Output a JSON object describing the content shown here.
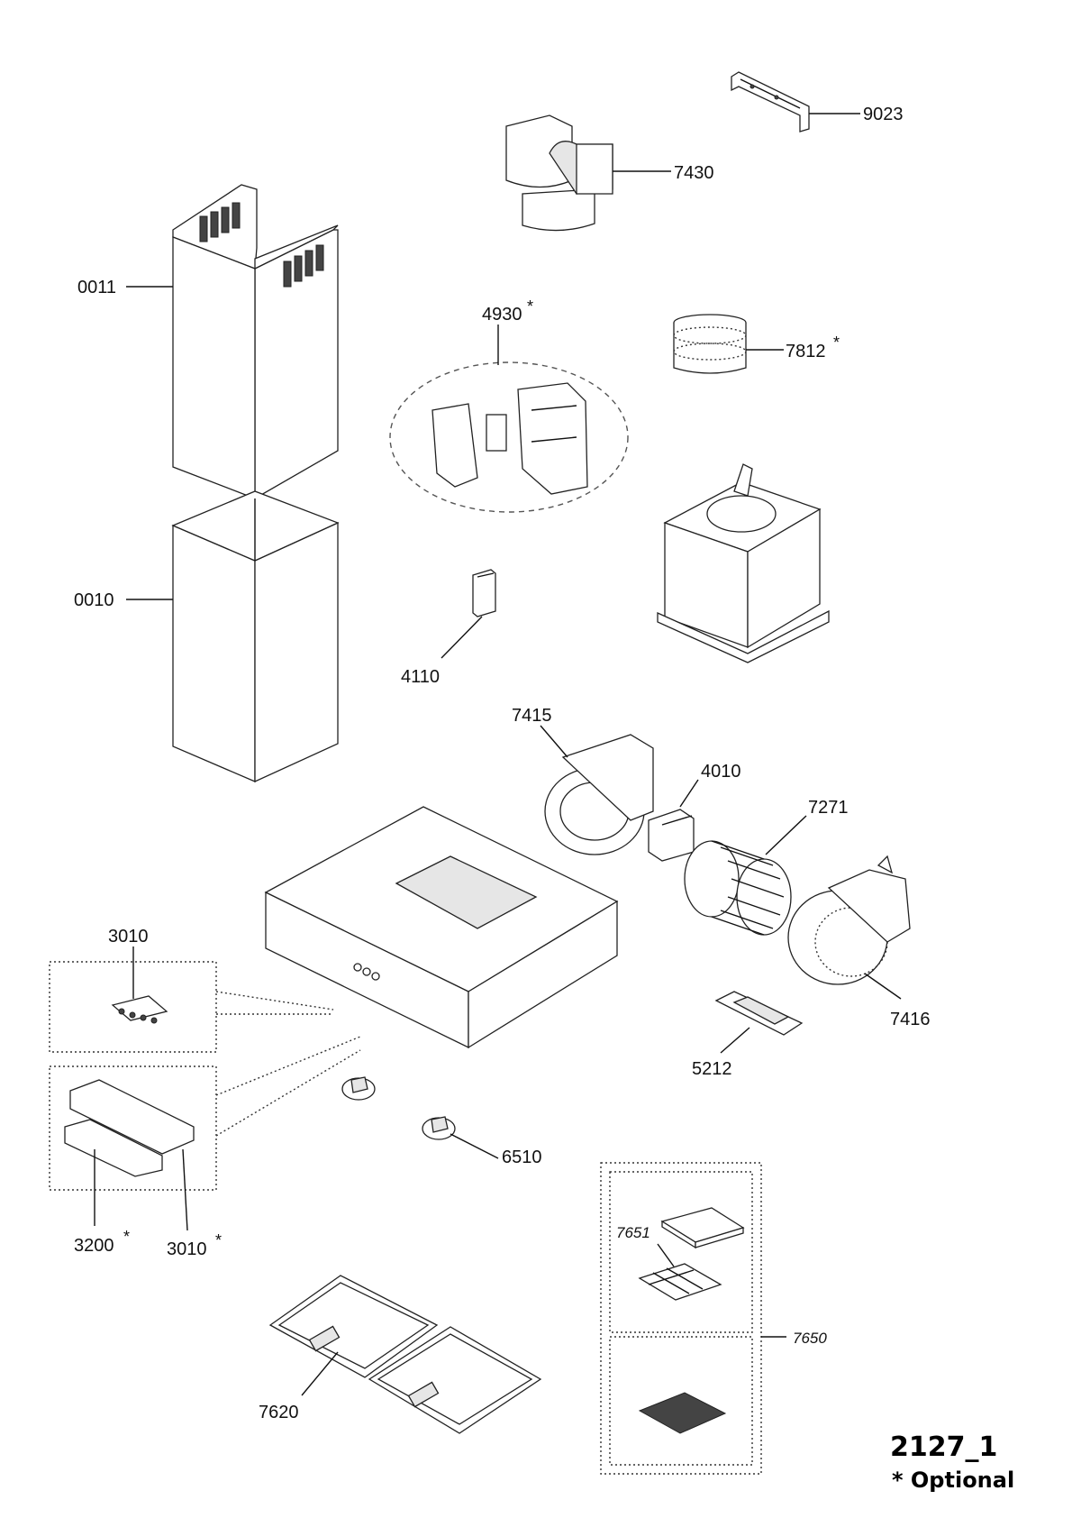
{
  "diagram": {
    "code": "2127_1",
    "optional_note": "* Optional",
    "optional_mark": "*",
    "parts": {
      "p9023": "9023",
      "p7430": "7430",
      "p0011": "0011",
      "p4930": "4930",
      "p7812": "7812",
      "p0010": "0010",
      "p4110": "4110",
      "p7415": "7415",
      "p4010": "4010",
      "p7271": "7271",
      "p3010_top": "3010",
      "p7416": "7416",
      "p5212": "5212",
      "p6510": "6510",
      "p3200": "3200",
      "p3010_bottom": "3010",
      "p7651": "7651",
      "p7650": "7650",
      "p7620": "7620"
    }
  }
}
